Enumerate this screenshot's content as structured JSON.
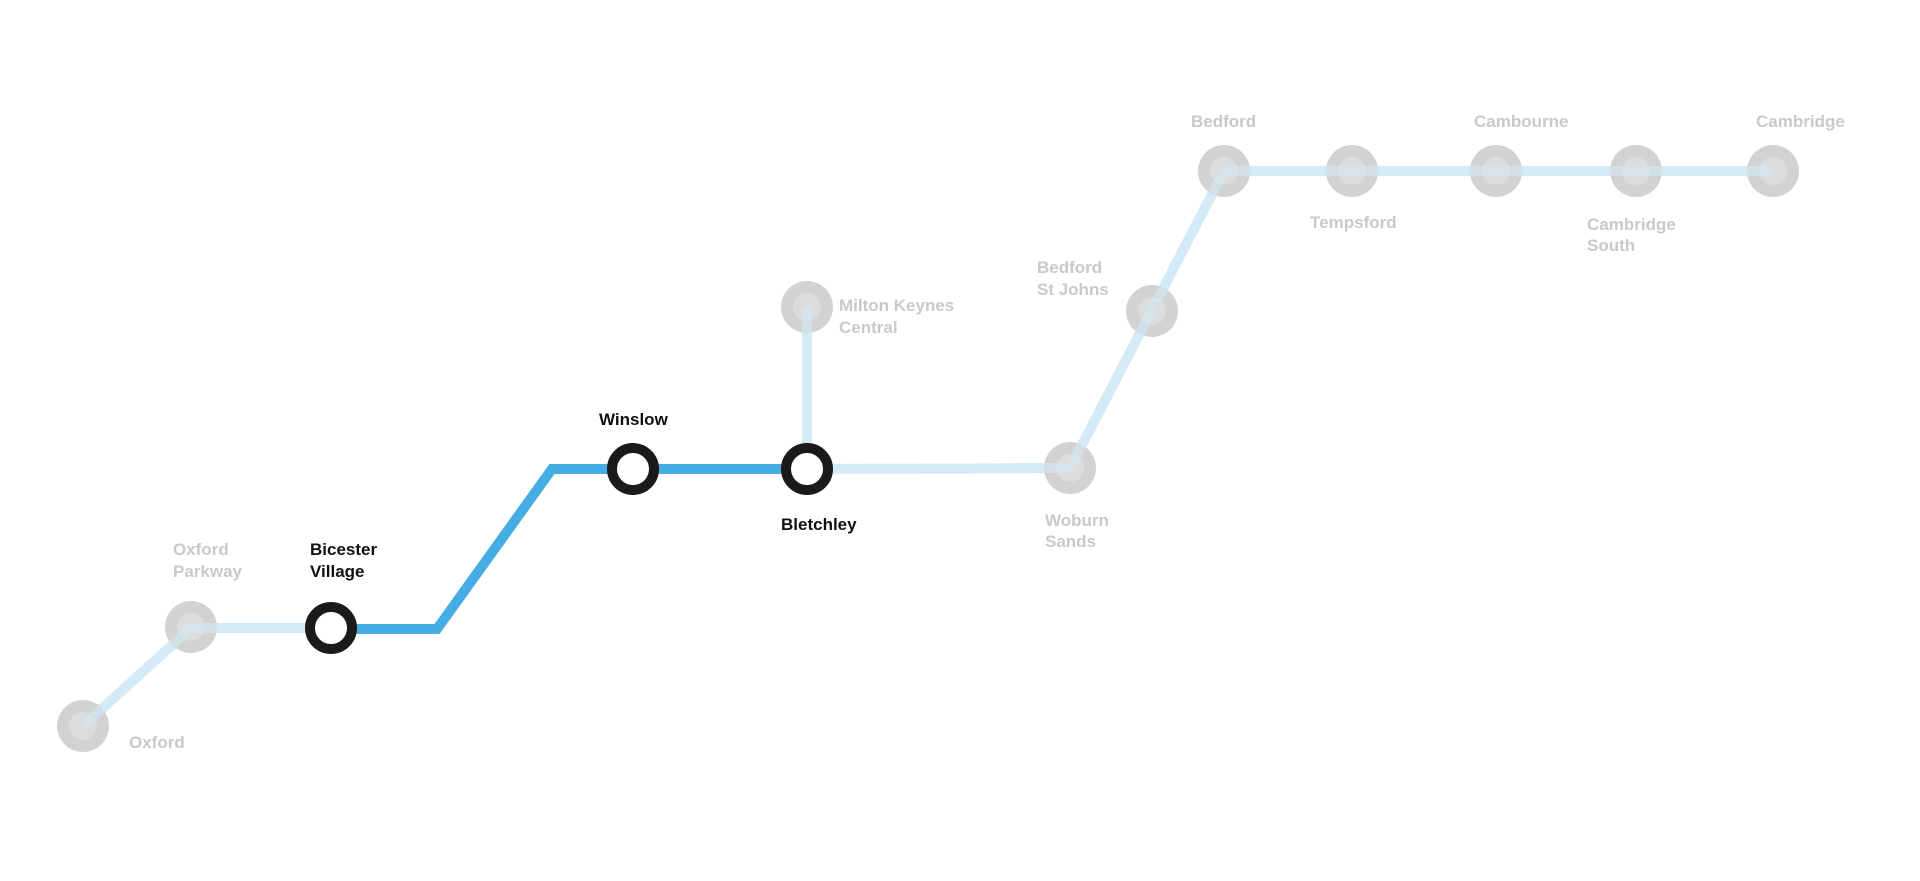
{
  "map": {
    "line_colors": {
      "active": "#46ade4",
      "inactive": "#d4eaf7"
    },
    "stations": {
      "oxford": {
        "line1": "Oxford",
        "active": false
      },
      "oxford_parkway": {
        "line1": "Oxford",
        "line2": "Parkway",
        "active": false
      },
      "bicester_village": {
        "line1": "Bicester",
        "line2": "Village",
        "active": true
      },
      "winslow": {
        "line1": "Winslow",
        "active": true
      },
      "bletchley": {
        "line1": "Bletchley",
        "active": true
      },
      "milton_keynes_central": {
        "line1": "Milton Keynes",
        "line2": "Central",
        "active": false
      },
      "woburn_sands": {
        "line1": "Woburn",
        "line2": "Sands",
        "active": false
      },
      "bedford_st_johns": {
        "line1": "Bedford",
        "line2": "St Johns",
        "active": false
      },
      "bedford": {
        "line1": "Bedford",
        "active": false
      },
      "tempsford": {
        "line1": "Tempsford",
        "active": false
      },
      "cambourne": {
        "line1": "Cambourne",
        "active": false
      },
      "cambridge_south": {
        "line1": "Cambridge",
        "line2": "South",
        "active": false
      },
      "cambridge": {
        "line1": "Cambridge",
        "active": false
      }
    }
  }
}
